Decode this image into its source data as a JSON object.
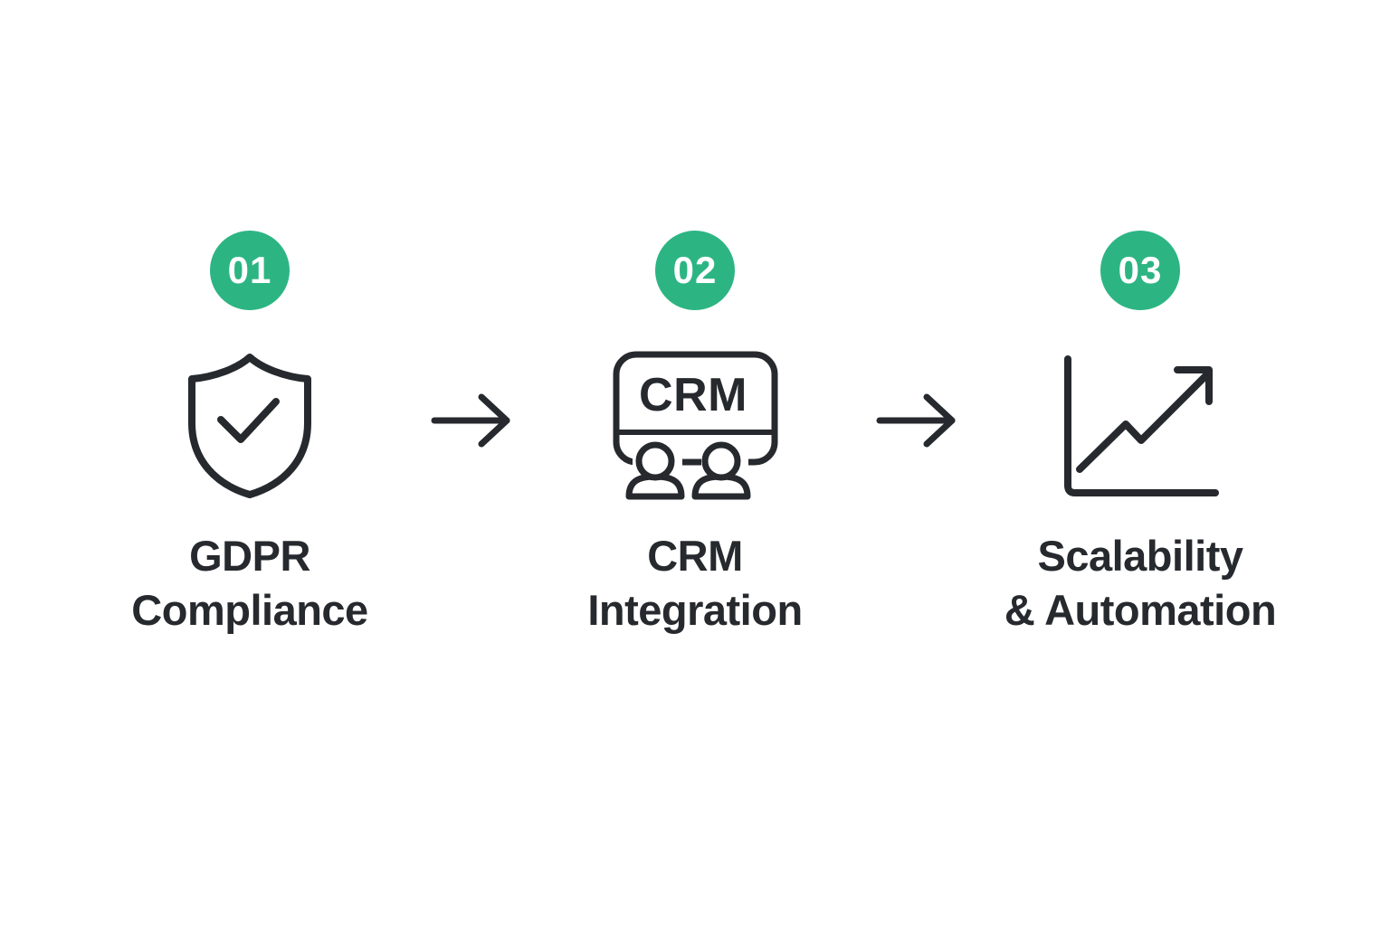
{
  "colors": {
    "accent_green": "#2CB583",
    "ink": "#26292D",
    "background": "#FFFFFF"
  },
  "steps": [
    {
      "number": "01",
      "label": "GDPR\nCompliance",
      "icon": "shield-check-icon"
    },
    {
      "number": "02",
      "label": "CRM\nIntegration",
      "icon": "crm-monitor-users-icon",
      "monitor_text": "CRM"
    },
    {
      "number": "03",
      "label": "Scalability\n& Automation",
      "icon": "growth-chart-arrow-icon"
    }
  ],
  "connectors": [
    {
      "icon": "arrow-right-icon"
    },
    {
      "icon": "arrow-right-icon"
    }
  ]
}
